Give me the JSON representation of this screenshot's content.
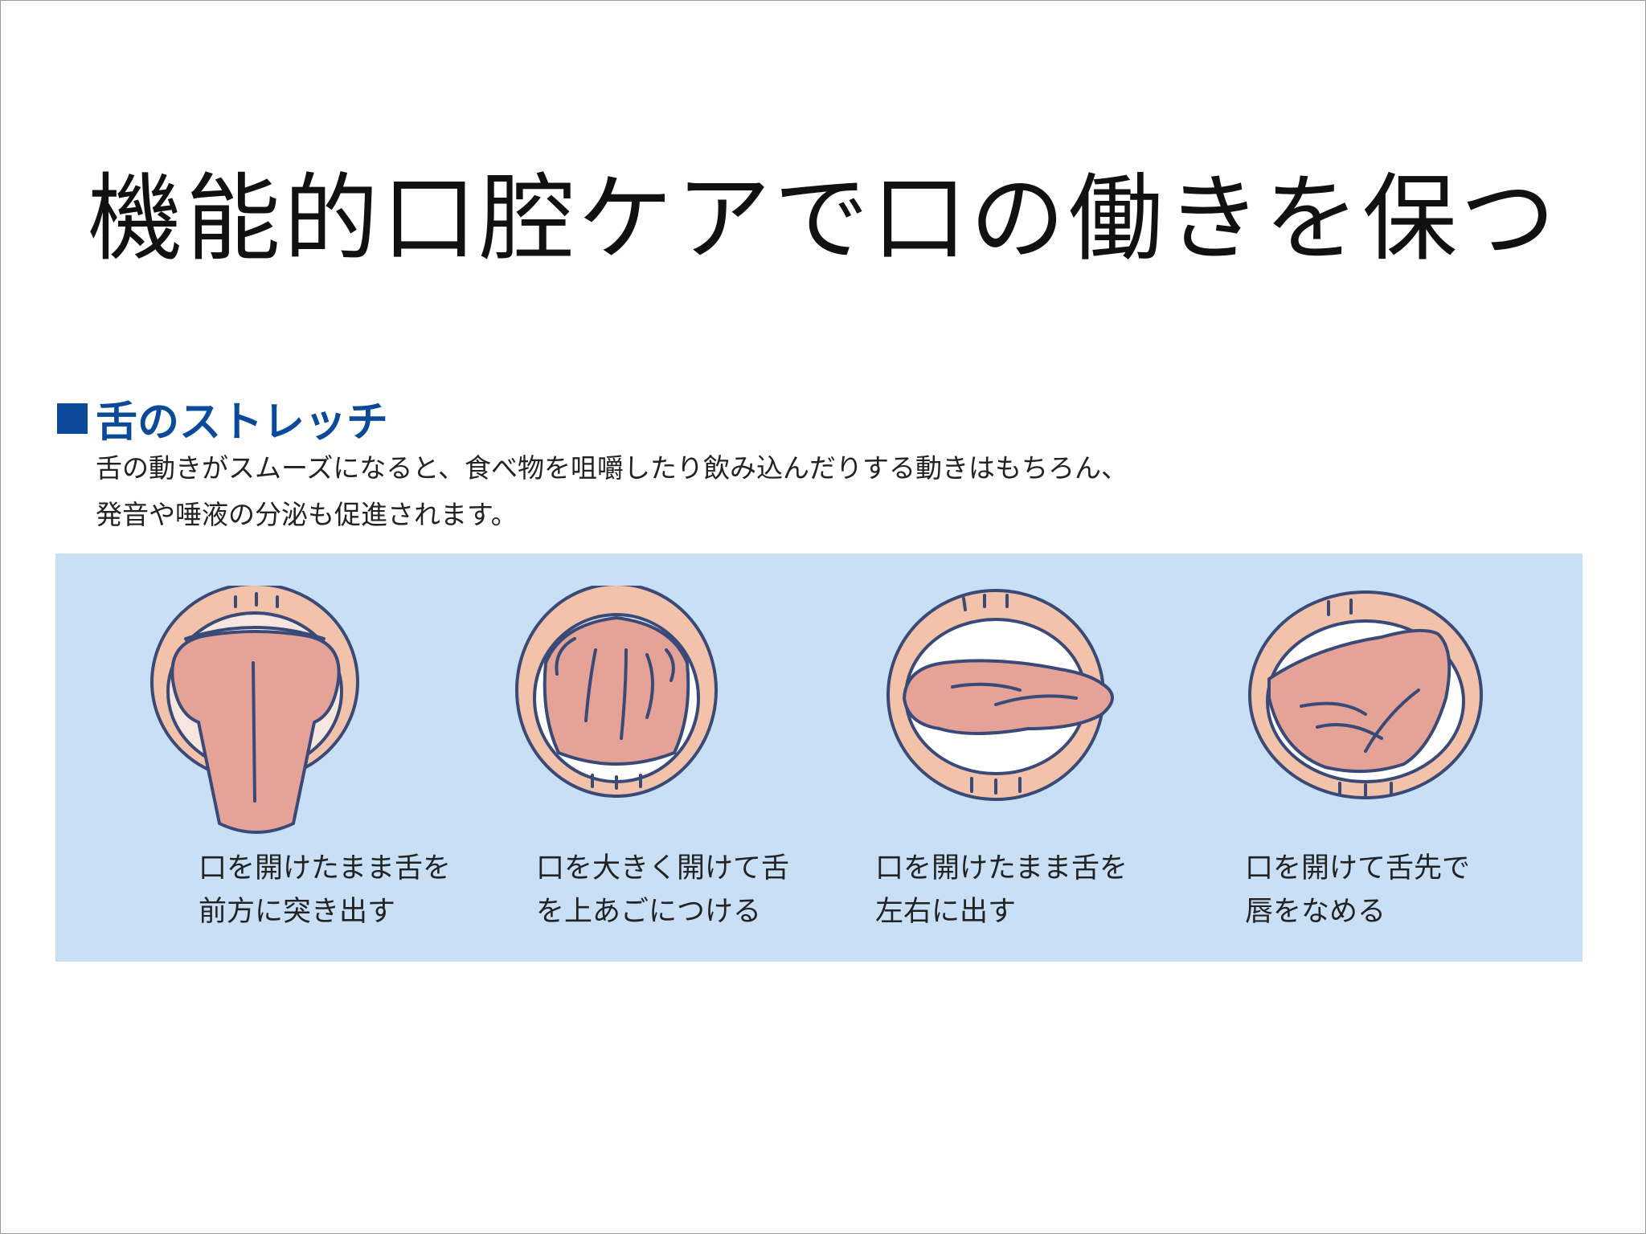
{
  "title": "機能的口腔ケアで口の働きを保つ",
  "section": {
    "title": "舌のストレッチ",
    "description_lines": [
      "舌の動きがスムーズになると、食べ物を咀嚼したり飲み込んだりする動きはもちろん、",
      "発音や唾液の分泌も促進されます。"
    ]
  },
  "colors": {
    "accent": "#0b4a9a",
    "panel": "#c9dff6",
    "lip": "#f3c2aa",
    "tongue": "#e4a396",
    "outline": "#3a4a78"
  },
  "exercises": [
    {
      "icon": "tongue-forward-icon",
      "caption_lines": [
        "口を開けたまま舌を",
        "前方に突き出す"
      ]
    },
    {
      "icon": "tongue-up-icon",
      "caption_lines": [
        "口を大きく開けて舌",
        "を上あごにつける"
      ]
    },
    {
      "icon": "tongue-sideways-icon",
      "caption_lines": [
        "口を開けたまま舌を",
        "左右に出す"
      ]
    },
    {
      "icon": "tongue-lick-lips-icon",
      "caption_lines": [
        "口を開けて舌先で",
        "唇をなめる"
      ]
    }
  ]
}
